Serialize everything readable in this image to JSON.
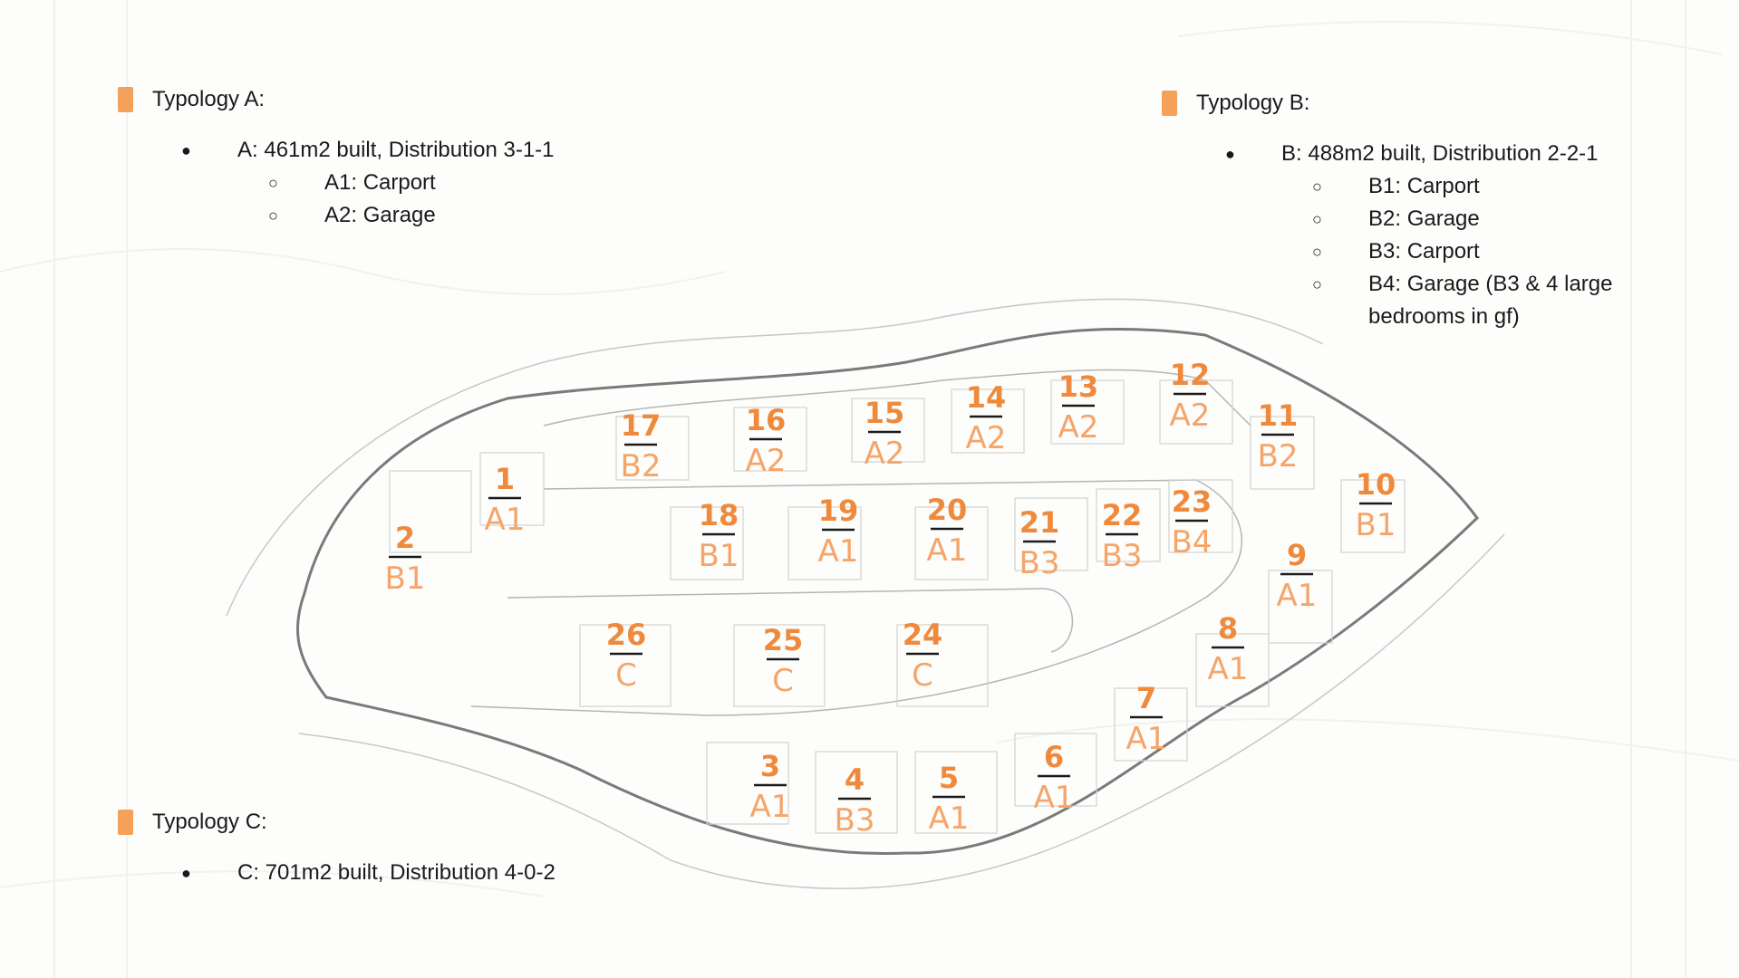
{
  "colors": {
    "accent": "#f4a15a",
    "plot_number": "#ef8a3c",
    "plot_type": "#f5a56a"
  },
  "typology_a": {
    "title": "Typology A:",
    "summary": "A: 461m2 built, Distribution 3-1-1",
    "variants": [
      "A1: Carport",
      "A2: Garage"
    ]
  },
  "typology_b": {
    "title": "Typology B:",
    "summary": "B: 488m2 built, Distribution 2-2-1",
    "variants": [
      "B1: Carport",
      "B2: Garage",
      "B3: Carport",
      "B4: Garage (B3 & 4 large bedrooms in gf)"
    ]
  },
  "typology_c": {
    "title": "Typology C:",
    "summary": "C: 701m2 built, Distribution 4-0-2"
  },
  "plots": [
    {
      "number": "1",
      "type": "A1"
    },
    {
      "number": "2",
      "type": "B1"
    },
    {
      "number": "3",
      "type": "A1"
    },
    {
      "number": "4",
      "type": "B3"
    },
    {
      "number": "5",
      "type": "A1"
    },
    {
      "number": "6",
      "type": "A1"
    },
    {
      "number": "7",
      "type": "A1"
    },
    {
      "number": "8",
      "type": "A1"
    },
    {
      "number": "9",
      "type": "A1"
    },
    {
      "number": "10",
      "type": "B1"
    },
    {
      "number": "11",
      "type": "B2"
    },
    {
      "number": "12",
      "type": "A2"
    },
    {
      "number": "13",
      "type": "A2"
    },
    {
      "number": "14",
      "type": "A2"
    },
    {
      "number": "15",
      "type": "A2"
    },
    {
      "number": "16",
      "type": "A2"
    },
    {
      "number": "17",
      "type": "B2"
    },
    {
      "number": "18",
      "type": "B1"
    },
    {
      "number": "19",
      "type": "A1"
    },
    {
      "number": "20",
      "type": "A1"
    },
    {
      "number": "21",
      "type": "B3"
    },
    {
      "number": "22",
      "type": "B3"
    },
    {
      "number": "23",
      "type": "B4"
    },
    {
      "number": "24",
      "type": "C"
    },
    {
      "number": "25",
      "type": "C"
    },
    {
      "number": "26",
      "type": "C"
    }
  ]
}
